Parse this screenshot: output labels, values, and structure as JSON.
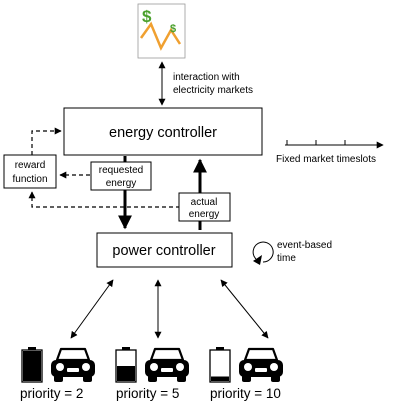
{
  "market": {
    "icon": "stock-chart-icon",
    "dollar_sign": "$",
    "chart_color": "#f0a030",
    "dollar_color": "#4aa02c",
    "interaction_line1": "interaction with",
    "interaction_line2": "electricity markets"
  },
  "energy_controller": {
    "label": "energy controller"
  },
  "power_controller": {
    "label": "power controller"
  },
  "reward_function": {
    "line1": "reward",
    "line2": "function"
  },
  "requested_energy": {
    "line1": "requested",
    "line2": "energy"
  },
  "actual_energy": {
    "line1": "actual",
    "line2": "energy"
  },
  "timeslots": {
    "label": "Fixed market timeslots"
  },
  "event_time": {
    "line1": "event-based",
    "line2": "time",
    "icon": "clock-dial-icon"
  },
  "vehicles": [
    {
      "label": "priority = 2",
      "battery_fill": 1.0
    },
    {
      "label": "priority = 5",
      "battery_fill": 0.5
    },
    {
      "label": "priority = 10",
      "battery_fill": 0.15
    }
  ]
}
